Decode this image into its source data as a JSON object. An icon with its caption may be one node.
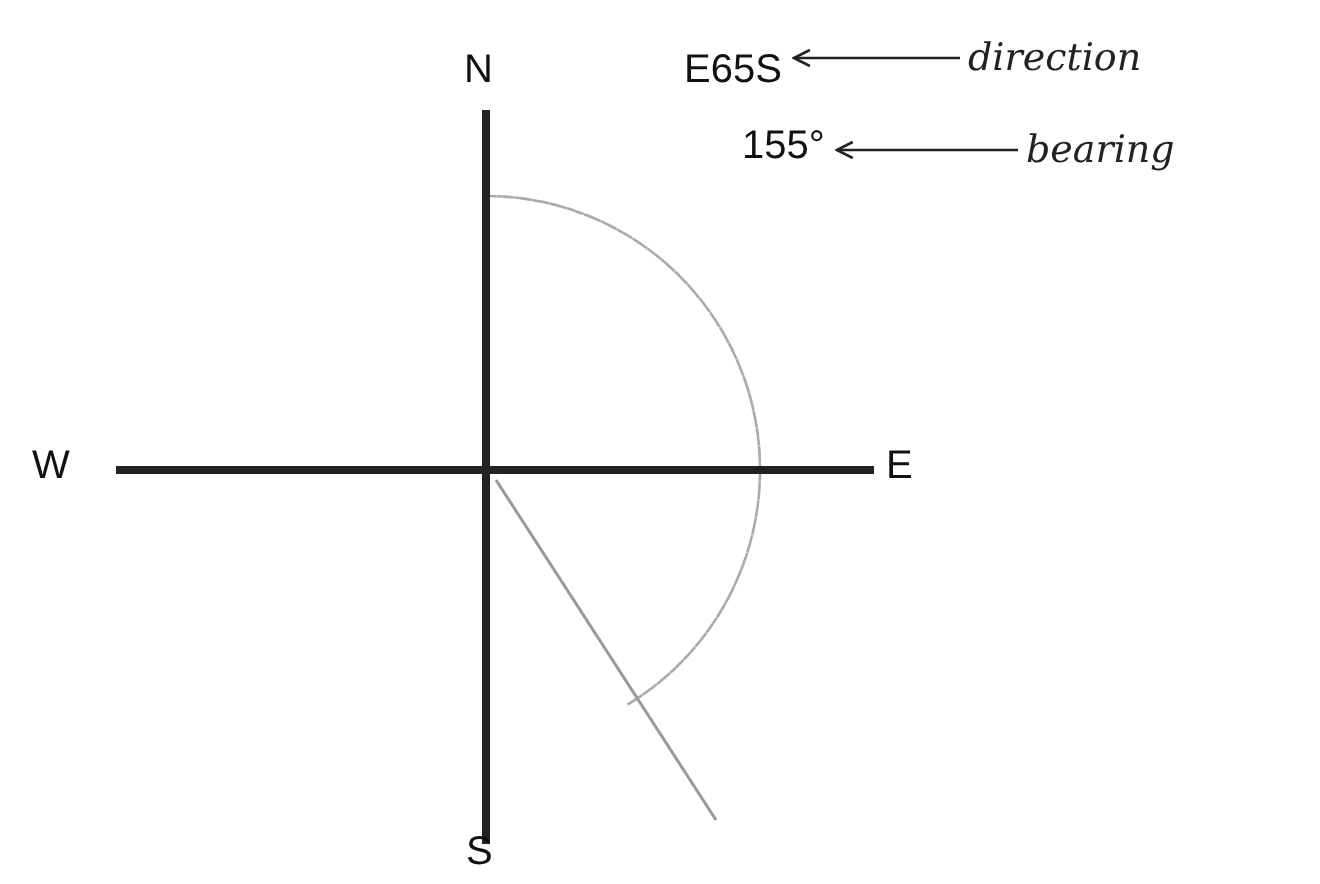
{
  "diagram": {
    "nodes": [
      {
        "text": [
          "E65S"
        ]
      },
      {
        "text": [
          "direction"
        ]
      },
      {
        "text": [
          "155°"
        ]
      },
      {
        "text": [
          "bearing"
        ]
      }
    ],
    "edges": [
      {
        "from": 1,
        "to": 0,
        "arrow": "to"
      },
      {
        "from": 3,
        "to": 2,
        "arrow": "to"
      }
    ],
    "labels": [
      "N",
      "W",
      "E",
      "S"
    ]
  }
}
